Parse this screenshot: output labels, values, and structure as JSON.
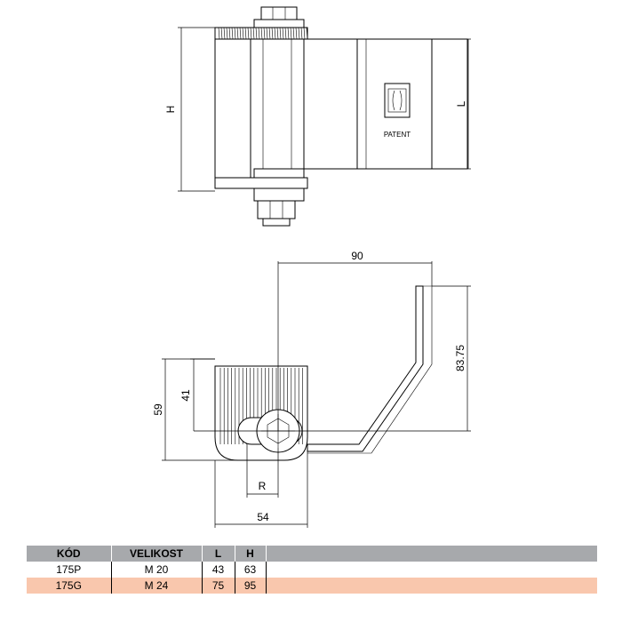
{
  "colors": {
    "header_bg": "#a7a9ac",
    "highlight_row": "#f9c7ad"
  },
  "drawing": {
    "top_view": {
      "dim_height_label": "H",
      "dim_length_label": "L",
      "logo_text": "PATENT"
    },
    "side_view": {
      "dim_90": "90",
      "dim_83_75": "83.75",
      "dim_59": "59",
      "dim_41": "41",
      "dim_r": "R",
      "dim_54": "54"
    }
  },
  "table": {
    "headers": [
      "KÓD",
      "VELIKOST",
      "L",
      "H",
      ""
    ],
    "rows": [
      [
        "175P",
        "M 20",
        "43",
        "63",
        ""
      ],
      [
        "175G",
        "M 24",
        "75",
        "95",
        ""
      ]
    ]
  }
}
